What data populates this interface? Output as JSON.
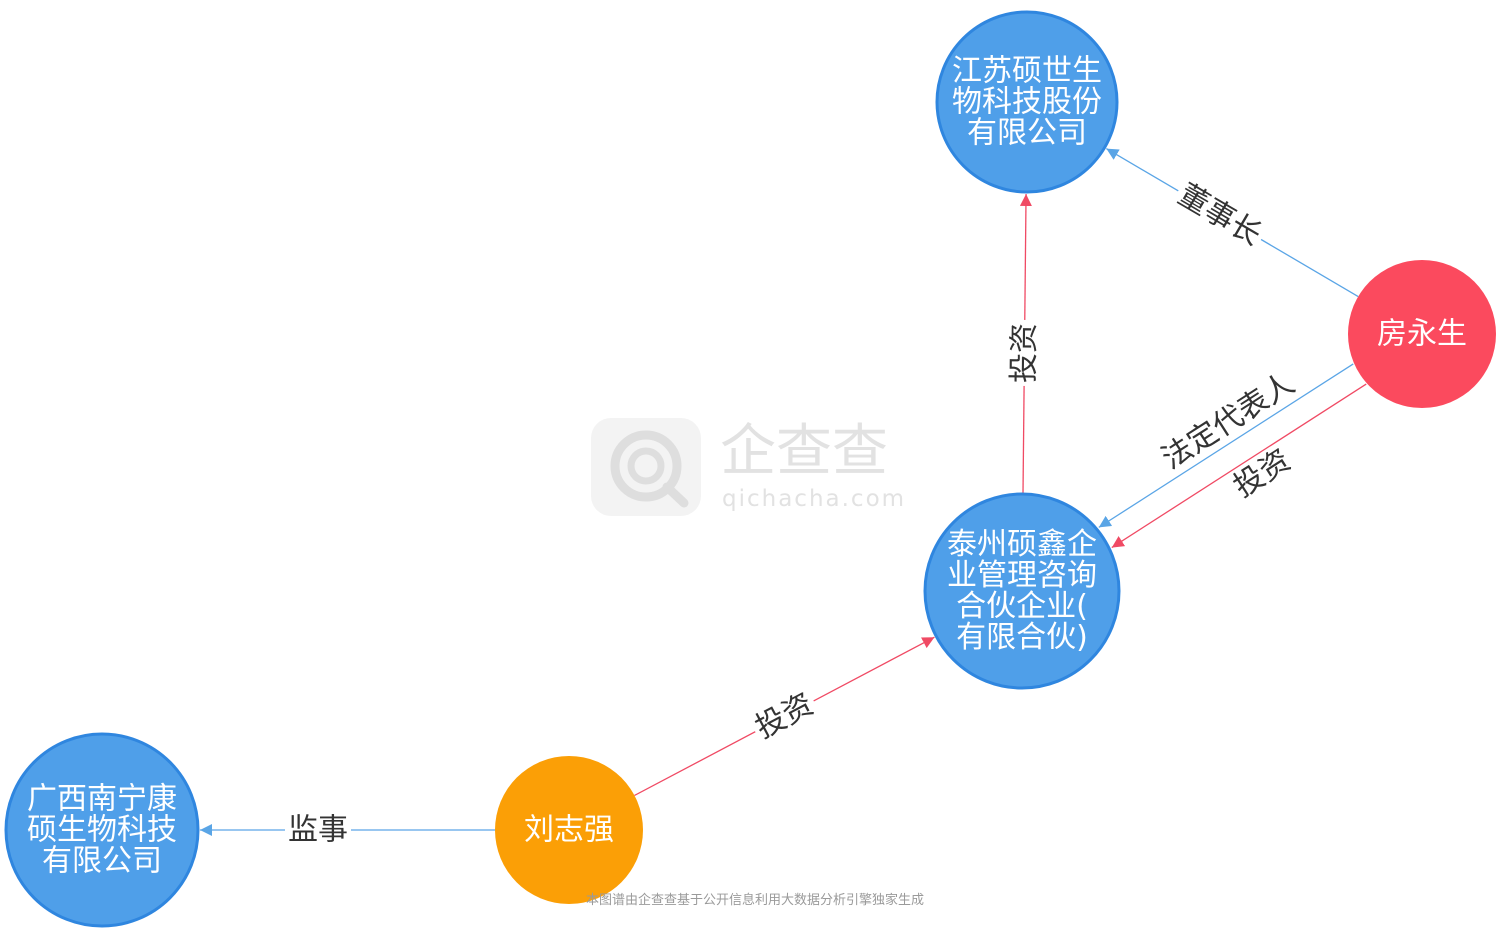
{
  "colors": {
    "company": "#4f9fe9",
    "company_stroke": "#2f86df",
    "person_red": "#fb4a5e",
    "person_orange": "#fb9f06",
    "edge_blue": "#5aa5e6",
    "edge_red": "#f04a64"
  },
  "watermark": {
    "logo_icon": "qichacha-logo-icon",
    "brand": "企查查",
    "domain": "qichacha.com"
  },
  "nodes": [
    {
      "id": "jiangsu",
      "kind": "company",
      "lines": [
        "江苏硕世生",
        "物科技股份",
        "有限公司"
      ]
    },
    {
      "id": "taizhou",
      "kind": "company",
      "lines": [
        "泰州硕鑫企",
        "业管理咨询",
        "合伙企业(",
        "有限合伙)"
      ]
    },
    {
      "id": "guangxi",
      "kind": "company",
      "lines": [
        "广西南宁康",
        "硕生物科技",
        "有限公司"
      ]
    },
    {
      "id": "fang",
      "kind": "person",
      "lines": [
        "房永生"
      ]
    },
    {
      "id": "liu",
      "kind": "person",
      "lines": [
        "刘志强"
      ]
    }
  ],
  "edges": [
    {
      "from": "fang",
      "to": "jiangsu",
      "label": "董事长",
      "relation": "position"
    },
    {
      "from": "taizhou",
      "to": "jiangsu",
      "label": "投资",
      "relation": "investment"
    },
    {
      "from": "fang",
      "to": "taizhou",
      "label": "投资",
      "relation": "investment"
    },
    {
      "from": "fang",
      "to": "taizhou",
      "label": "法定代表人",
      "relation": "position"
    },
    {
      "from": "liu",
      "to": "taizhou",
      "label": "投资",
      "relation": "investment"
    },
    {
      "from": "liu",
      "to": "guangxi",
      "label": "监事",
      "relation": "position"
    }
  ],
  "footer": "本图谱由企查查基于公开信息利用大数据分析引擎独家生成"
}
